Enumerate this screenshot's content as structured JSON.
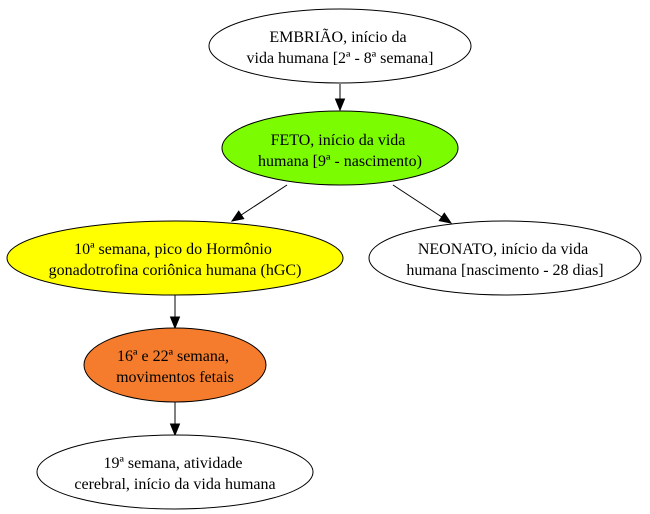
{
  "nodes": [
    {
      "id": "embriao",
      "lines": [
        "EMBRIÃO, início da",
        "vida humana [2ª - 8ª semana]"
      ],
      "fill": "#ffffff"
    },
    {
      "id": "feto",
      "lines": [
        "FETO, início da vida",
        "humana [9ª - nascimento)"
      ],
      "fill": "#7cfc00"
    },
    {
      "id": "semana10",
      "lines": [
        "10ª semana, pico do Hormônio",
        "gonadotrofina coriônica humana (hGC)"
      ],
      "fill": "#ffff00"
    },
    {
      "id": "neonato",
      "lines": [
        "NEONATO, início da vida",
        "humana [nascimento - 28 dias]"
      ],
      "fill": "#ffffff"
    },
    {
      "id": "semana16",
      "lines": [
        "16ª e 22ª semana,",
        "movimentos fetais"
      ],
      "fill": "#f47c2c"
    },
    {
      "id": "semana19",
      "lines": [
        "19ª semana, atividade",
        "cerebral, início da vida humana"
      ],
      "fill": "#ffffff"
    }
  ],
  "edges": [
    {
      "from": "embriao",
      "to": "feto"
    },
    {
      "from": "feto",
      "to": "semana10"
    },
    {
      "from": "feto",
      "to": "neonato"
    },
    {
      "from": "semana10",
      "to": "semana16"
    },
    {
      "from": "semana16",
      "to": "semana19"
    }
  ]
}
